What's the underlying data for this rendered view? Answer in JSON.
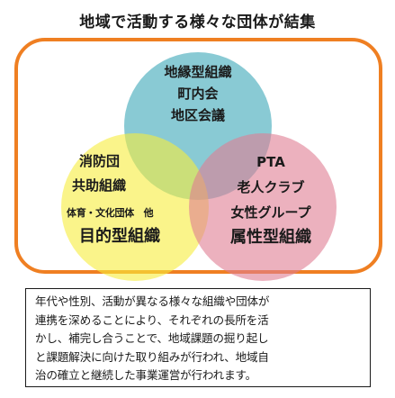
{
  "title": "地域で活動する様々な団体が結集",
  "circles": {
    "top": {
      "lines": [
        "地縁型組織",
        "町内会",
        "地区会議"
      ],
      "color": "#3aa7b8"
    },
    "left": {
      "lines": [
        "消防団",
        "共助組織"
      ],
      "small_line": "体育・文化団体　他",
      "category": "目的型組織",
      "color": "#f7ec3c"
    },
    "right": {
      "lines": [
        "PTA",
        "老人クラブ",
        "女性グループ"
      ],
      "category": "属性型組織",
      "color": "#e07d92"
    }
  },
  "frame_color": "#ef7f22",
  "description": [
    "年代や性別、活動が異なる様々な組織や団体が",
    "連携を深めることにより、それぞれの長所を活",
    "かし、補完し合うことで、地域課題の掘り起し",
    "と課題解決に向けた取り組みが行われ、地域自",
    "治の確立と継続した事業運営が行われます。"
  ]
}
